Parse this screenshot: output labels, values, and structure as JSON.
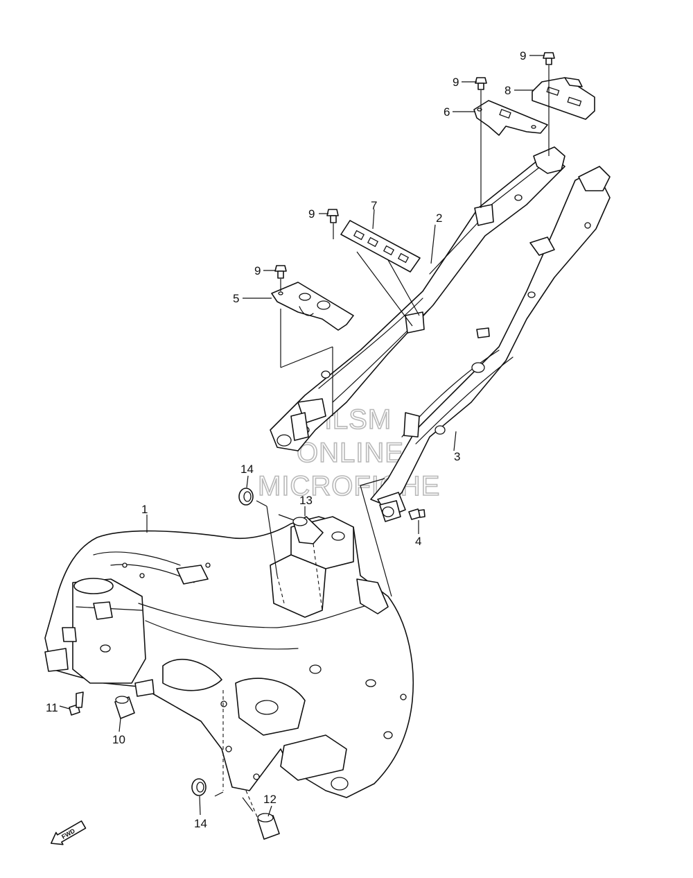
{
  "callouts": {
    "c1": "1",
    "c2": "2",
    "c3": "3",
    "c4": "4",
    "c5": "5",
    "c6": "6",
    "c7": "7",
    "c8": "8",
    "c9a": "9",
    "c9b": "9",
    "c9c": "9",
    "c9d": "9",
    "c10": "10",
    "c11": "11",
    "c12": "12",
    "c13": "13",
    "c14a": "14",
    "c14b": "14"
  },
  "watermark": {
    "line1": "HLSM",
    "line2": "ONLINE",
    "line3": "MICROFICHE"
  },
  "fwd_badge": "FWD"
}
